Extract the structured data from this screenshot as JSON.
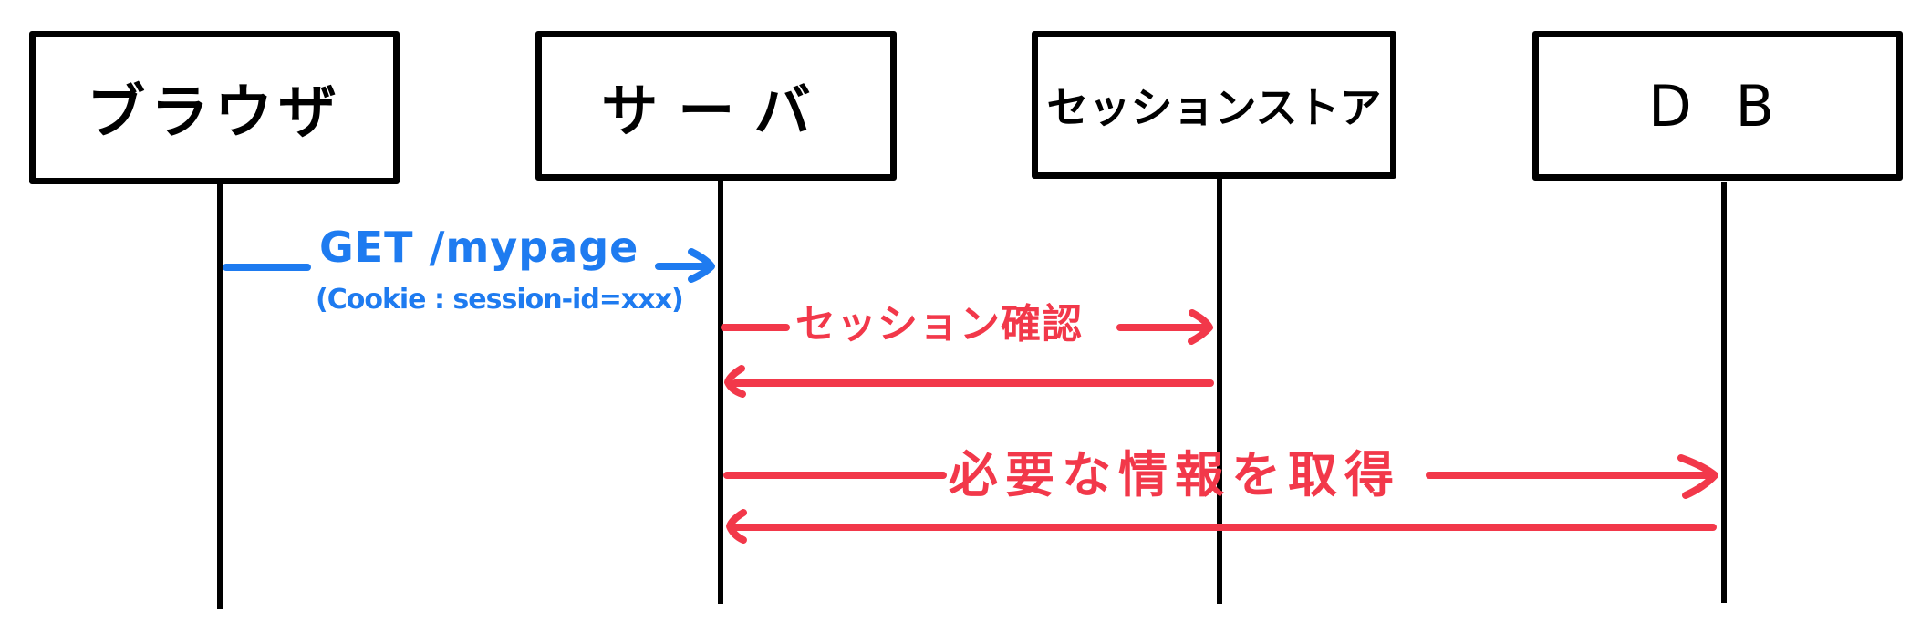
{
  "diagram": {
    "type": "sequence",
    "colors": {
      "line": "#000000",
      "request": "#1E7BF0",
      "internal": "#F2384A",
      "background": "#FFFFFF"
    },
    "actors": [
      {
        "id": "browser",
        "label": "ブラウザ"
      },
      {
        "id": "server",
        "label": "サーバ"
      },
      {
        "id": "session_store",
        "label": "セッションストア"
      },
      {
        "id": "db",
        "label": "D B"
      }
    ],
    "messages": [
      {
        "from": "browser",
        "to": "server",
        "label": "GET /mypage",
        "sublabel": "(Cookie : session-id=xxx)",
        "color": "blue",
        "direction": "forward"
      },
      {
        "from": "server",
        "to": "session_store",
        "label": "セッション確認",
        "color": "red",
        "direction": "forward"
      },
      {
        "from": "session_store",
        "to": "server",
        "label": "",
        "color": "red",
        "direction": "return"
      },
      {
        "from": "server",
        "to": "db",
        "label": "必要な情報を取得",
        "color": "red",
        "direction": "forward"
      },
      {
        "from": "db",
        "to": "server",
        "label": "",
        "color": "red",
        "direction": "return"
      }
    ]
  }
}
